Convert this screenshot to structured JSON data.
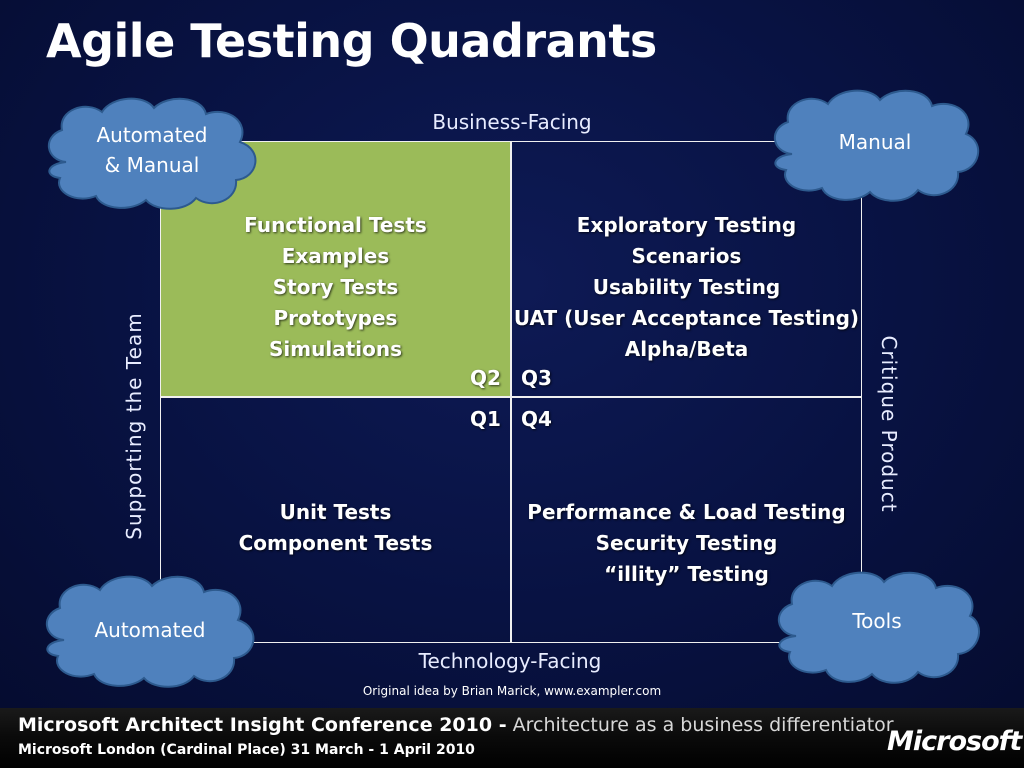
{
  "title": "Agile Testing Quadrants",
  "axes": {
    "top": "Business-Facing",
    "bottom": "Technology-Facing",
    "left": "Supporting the Team",
    "right": "Critique Product"
  },
  "quadrants": {
    "q2": {
      "label": "Q2",
      "items": [
        "Functional Tests",
        "Examples",
        "Story Tests",
        "Prototypes",
        "Simulations"
      ],
      "color": "#9bbb59"
    },
    "q3": {
      "label": "Q3",
      "items": [
        "Exploratory Testing",
        "Scenarios",
        "Usability Testing",
        "UAT (User Acceptance Testing)",
        "Alpha/Beta"
      ]
    },
    "q1": {
      "label": "Q1",
      "items": [
        "Unit Tests",
        "Component Tests"
      ]
    },
    "q4": {
      "label": "Q4",
      "items": [
        "Performance & Load Testing",
        "Security Testing",
        "“illity” Testing"
      ]
    }
  },
  "clouds": {
    "top_left": {
      "line1": "Automated",
      "line2": "& Manual"
    },
    "top_right": {
      "line1": "Manual"
    },
    "bottom_left": {
      "line1": "Automated"
    },
    "bottom_right": {
      "line1": "Tools"
    },
    "fill_color": "#4f81bd"
  },
  "credit": "Original idea by Brian Marick, www.exampler.com",
  "footer": {
    "conference": "Microsoft Architect Insight Conference 2010 -",
    "tagline": "Architecture as a business differentiator",
    "venue": "Microsoft London (Cardinal Place) 31 March - 1 April 2010",
    "logo": "Microsoft"
  }
}
